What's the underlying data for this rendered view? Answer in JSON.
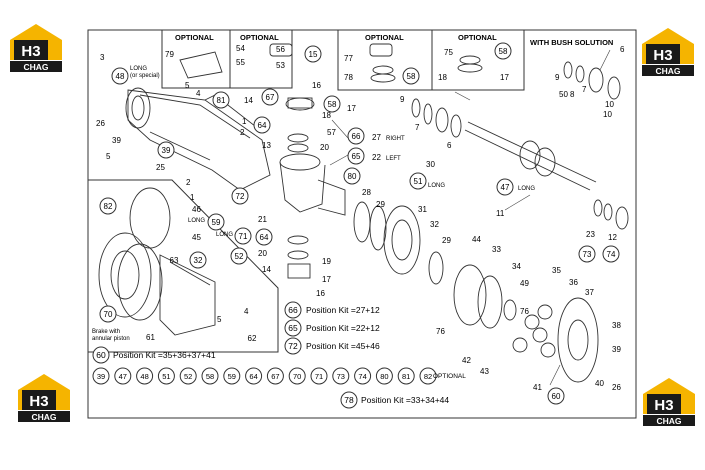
{
  "brand": {
    "logo_big": "H3",
    "logo_small": "CHAG",
    "accent": "#f5b400",
    "dark": "#1a1a1a"
  },
  "panels": {
    "optional_1": "OPTIONAL",
    "optional_2": "OPTIONAL",
    "optional_3": "OPTIONAL",
    "optional_4": "OPTIONAL",
    "bush": "WITH BUSH SOLUTION"
  },
  "labels": {
    "long_or_special": "LONG",
    "or_special": "(or special)",
    "right": "RIGHT",
    "left": "LEFT",
    "long": "LONG",
    "brake_1": "Brake with",
    "brake_2": "annular piston",
    "optional": "OPTIONAL"
  },
  "kits": {
    "k66": "Position Kit =27+12",
    "k65": "Position Kit =22+12",
    "k72": "Position Kit =45+46",
    "k60": "Position Kit =35+36+37+41",
    "k78": "Position Kit =33+34+44"
  },
  "optional_row": [
    "39",
    "47",
    "48",
    "51",
    "52",
    "58",
    "59",
    "64",
    "67",
    "70",
    "71",
    "73",
    "74",
    "80",
    "81",
    "82"
  ],
  "callouts_circled": [
    "48",
    "81",
    "67",
    "58",
    "66",
    "65",
    "80",
    "64",
    "39",
    "82",
    "59",
    "72",
    "71",
    "64",
    "52",
    "63",
    "32",
    "70",
    "62",
    "15",
    "58",
    "58",
    "51",
    "47",
    "73",
    "74",
    "60",
    "60",
    "66",
    "65",
    "72",
    "78"
  ],
  "callouts_plain": [
    "3",
    "5",
    "4",
    "2",
    "1",
    "26",
    "39",
    "5",
    "25",
    "14",
    "16",
    "17",
    "18",
    "57",
    "13",
    "20",
    "27",
    "22",
    "30",
    "28",
    "29",
    "31",
    "32",
    "29",
    "44",
    "33",
    "34",
    "49",
    "35",
    "36",
    "37",
    "76",
    "76",
    "42",
    "43",
    "41",
    "40",
    "39",
    "26",
    "38",
    "11",
    "23",
    "12",
    "2",
    "1",
    "46",
    "45",
    "21",
    "20",
    "19",
    "17",
    "14",
    "16",
    "5",
    "4",
    "6",
    "9",
    "8",
    "7",
    "10",
    "6",
    "9",
    "50",
    "7",
    "10",
    "79",
    "54",
    "55",
    "56",
    "53",
    "77",
    "78",
    "75",
    "18",
    "17",
    "61"
  ]
}
